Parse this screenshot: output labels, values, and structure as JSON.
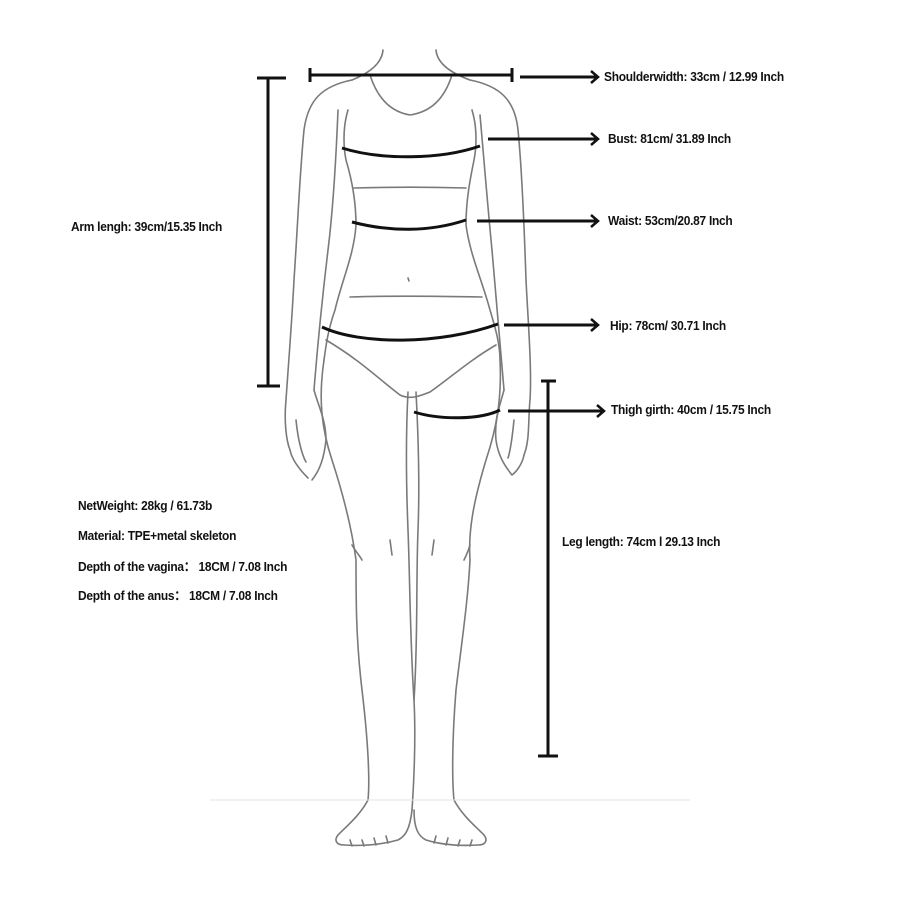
{
  "diagram": {
    "title": "Body measurements size chart",
    "figure": "female-body-line-drawing-front-view",
    "line_color": "#111111",
    "sketch_color": "#7a7a7a",
    "background": "#ffffff"
  },
  "measurements": {
    "shoulder": {
      "label": "Shoulderwidth: 33cm / 12.99 Inch",
      "cm": 33,
      "inch": 12.99
    },
    "bust": {
      "label": "Bust:  81cm/ 31.89 Inch",
      "cm": 81,
      "inch": 31.89
    },
    "waist": {
      "label": "Waist:  53cm/20.87 Inch",
      "cm": 53,
      "inch": 20.87
    },
    "hip": {
      "label": "Hip:  78cm/ 30.71 Inch",
      "cm": 78,
      "inch": 30.71
    },
    "thigh": {
      "label": "Thigh girth: 40cm / 15.75 Inch",
      "cm": 40,
      "inch": 15.75
    },
    "arm": {
      "label": "Arm lengh: 39cm/15.35 Inch",
      "cm": 39,
      "inch": 15.35
    },
    "leg": {
      "label": "Leg length: 74cm l 29.13 Inch",
      "cm": 74,
      "inch": 29.13
    }
  },
  "specs": [
    {
      "label": "NetWeight: 28kg / 61.73b"
    },
    {
      "label": "Material: TPE+metal skeleton"
    },
    {
      "label": "Depth of the vagina：  18CM / 7.08 Inch"
    },
    {
      "label": "Depth of the anus：  18CM / 7.08 Inch"
    }
  ]
}
